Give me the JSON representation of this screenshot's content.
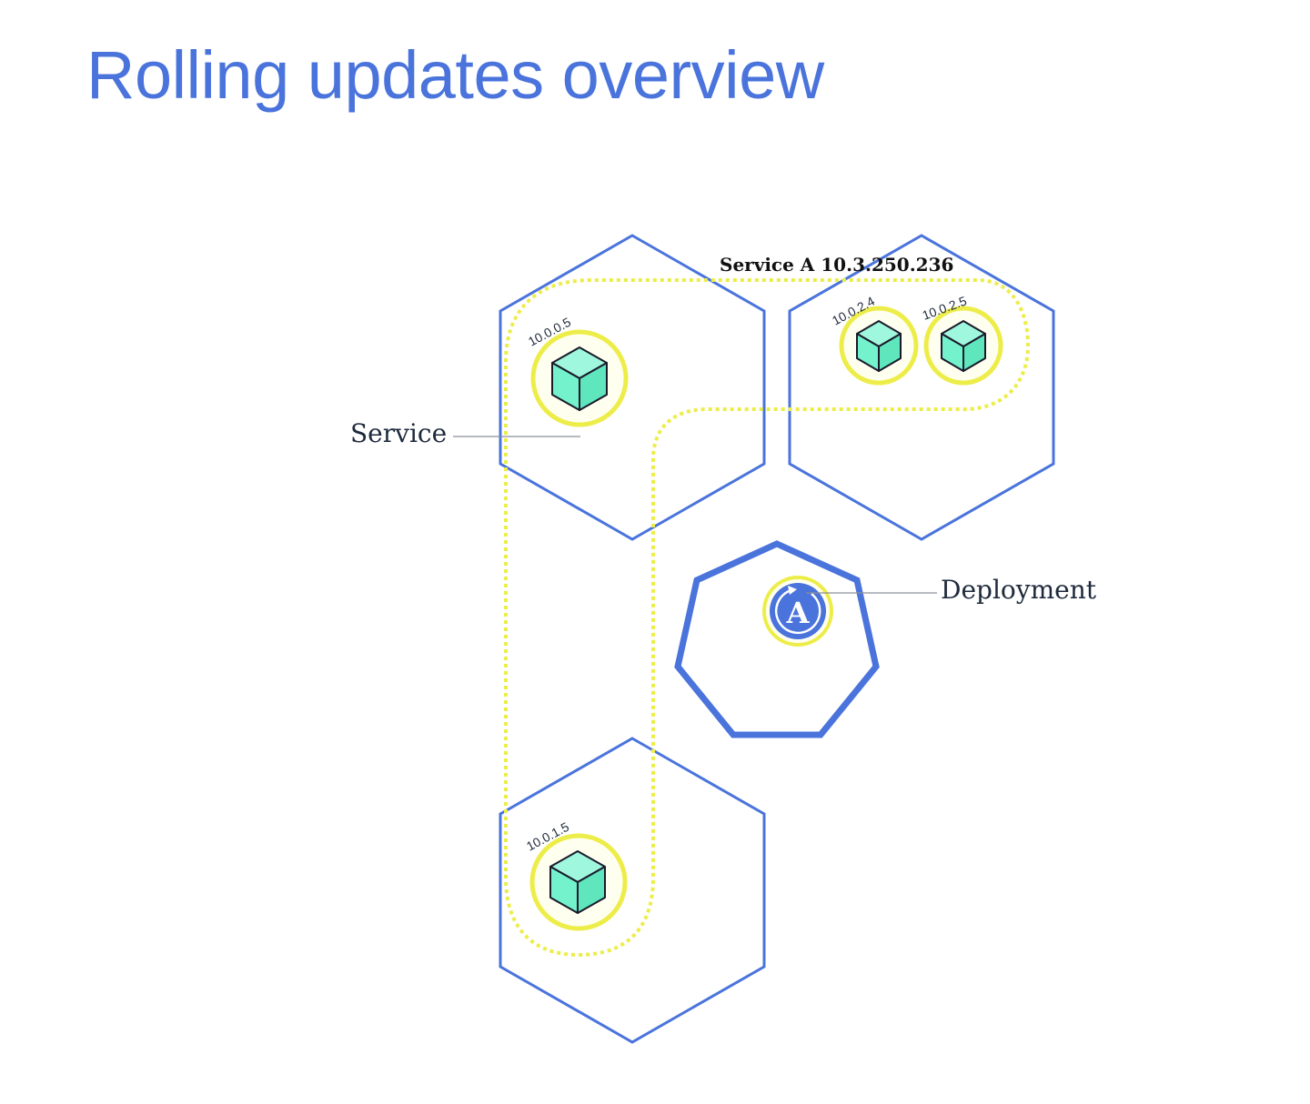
{
  "title": "Rolling updates overview",
  "diagram": {
    "service_banner": "Service A 10.3.250.236",
    "labels": {
      "service": "Service",
      "deployment": "Deployment"
    },
    "deployment_glyph": "A",
    "pods": [
      {
        "ip": "10.0.0.5"
      },
      {
        "ip": "10.0.2.4"
      },
      {
        "ip": "10.0.2.5"
      },
      {
        "ip": "10.0.1.5"
      }
    ],
    "colors": {
      "node_stroke": "#4a74dc",
      "pod_ring": "#eded4a",
      "pod_fill": "#fffff0",
      "cube_fill": "#74f2cc",
      "service_path": "#eded4a",
      "deployment_fill": "#4a74dc"
    }
  }
}
